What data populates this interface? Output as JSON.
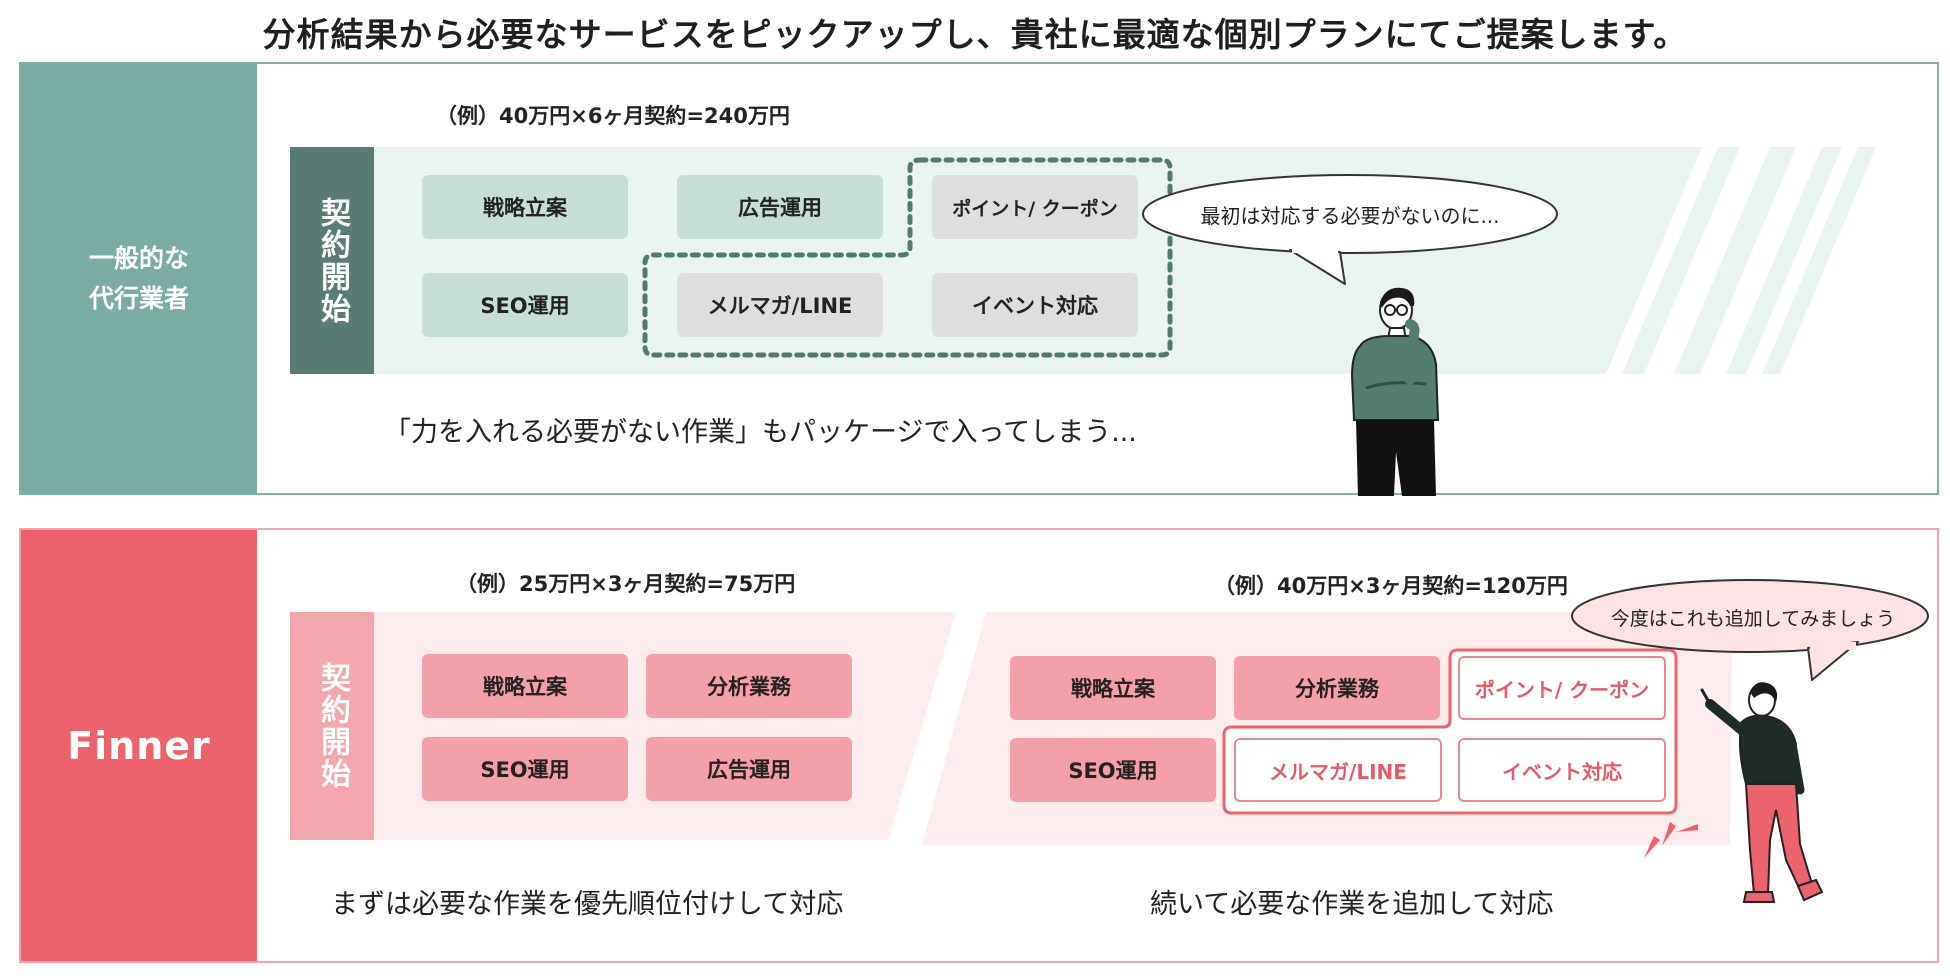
{
  "headline": "分析結果から必要なサービスをピックアップし、貴社に最適な個別プランにてご提案します。",
  "general_agency": {
    "label_line1": "一般的な",
    "label_line2": "代行業者",
    "example": "（例）40万円×6ヶ月契約=240万円",
    "contract_start": "契約開始",
    "tiles": [
      "戦略立案",
      "広告運用",
      "ポイント/ クーポン",
      "SEO運用",
      "メルマガ/LINE",
      "イベント対応"
    ],
    "speech": "最初は対応する必要がないのに...",
    "caption": "「力を入れる必要がない作業」もパッケージで入ってしまう..."
  },
  "finner": {
    "label": "Finner",
    "example_left": "（例）25万円×3ヶ月契約=75万円",
    "example_right": "（例）40万円×3ヶ月契約=120万円",
    "contract_start": "契約開始",
    "left_tiles": [
      "戦略立案",
      "分析業務",
      "SEO運用",
      "広告運用"
    ],
    "right_tiles": [
      "戦略立案",
      "分析業務",
      "ポイント/ クーポン",
      "SEO運用",
      "メルマガ/LINE",
      "イベント対応"
    ],
    "speech": "今度はこれも追加してみましょう",
    "caption_left": "まずは必要な作業を優先順位付けして対応",
    "caption_right": "続いて必要な作業を追加して対応"
  },
  "colors": {
    "green": "#79aca3",
    "green_dark": "#567c74",
    "red": "#ec636c",
    "pink": "#f4a0a8"
  }
}
